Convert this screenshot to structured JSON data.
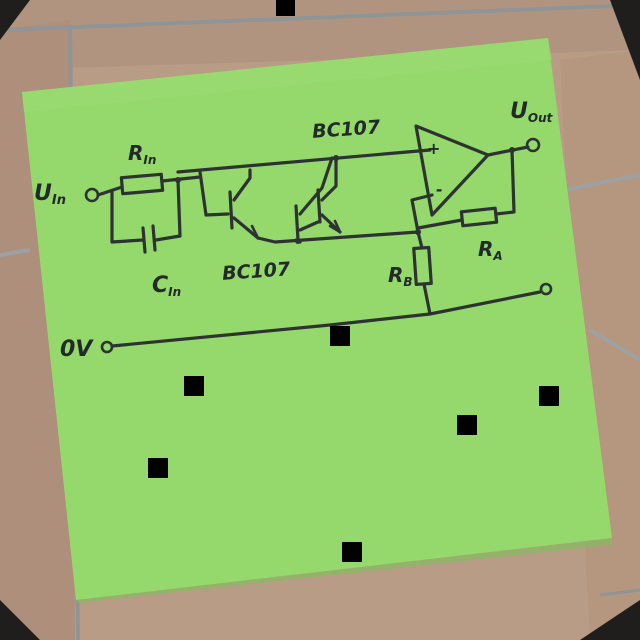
{
  "photo": {
    "background": "#2a2827",
    "tile_color": "#b99c86",
    "grout_color": "#8f9496",
    "note_color": "#95d86c"
  },
  "diagram": {
    "labels": {
      "u_in": "U",
      "u_in_sub": "In",
      "r_in": "R",
      "r_in_sub": "In",
      "c_in": "C",
      "c_in_sub": "In",
      "transistor_1": "BC107",
      "transistor_2": "BC107",
      "u_out": "U",
      "u_out_sub": "Out",
      "r_b": "R",
      "r_b_sub": "B",
      "r_a": "R",
      "r_a_sub": "A",
      "ground": "0V",
      "opamp_plus": "+",
      "opamp_minus": "-"
    },
    "components": [
      {
        "id": "r_in",
        "type": "resistor"
      },
      {
        "id": "c_in",
        "type": "capacitor"
      },
      {
        "id": "q1",
        "type": "npn-transistor",
        "part": "BC107"
      },
      {
        "id": "q2",
        "type": "npn-transistor",
        "part": "BC107"
      },
      {
        "id": "opamp",
        "type": "op-amp"
      },
      {
        "id": "r_a",
        "type": "resistor"
      },
      {
        "id": "r_b",
        "type": "resistor"
      }
    ]
  }
}
